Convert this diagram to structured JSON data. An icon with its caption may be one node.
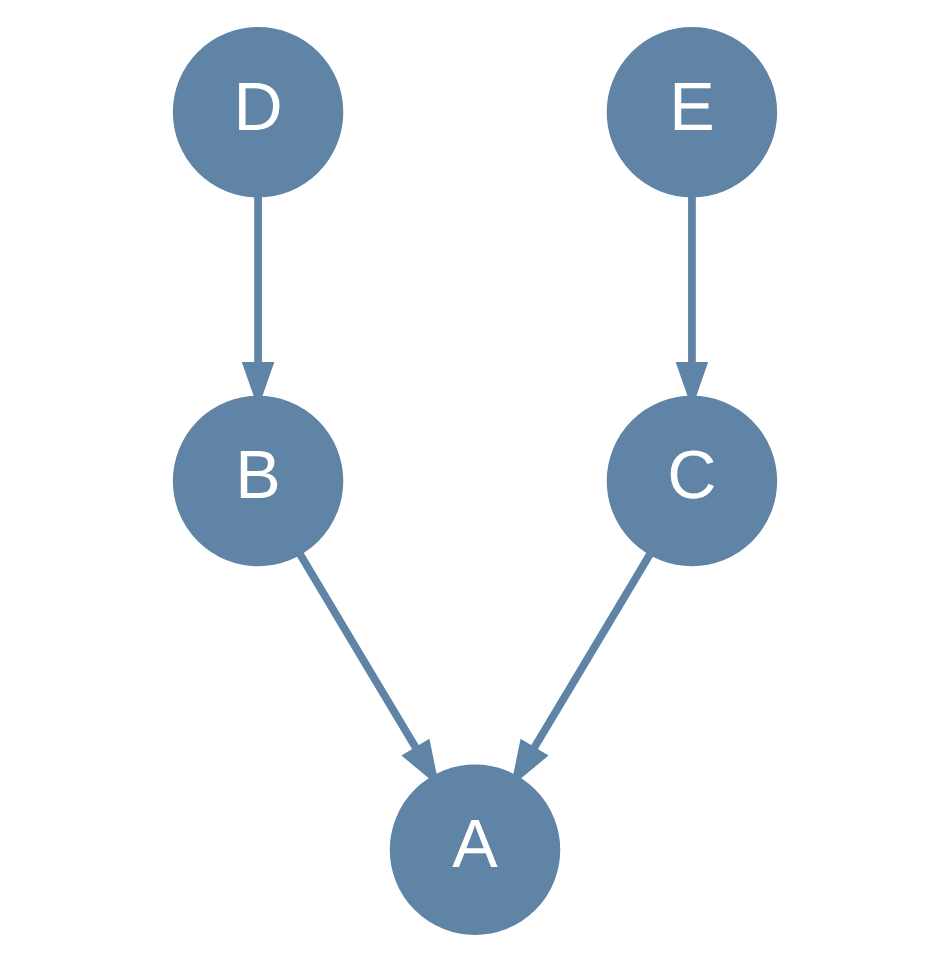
{
  "diagram": {
    "nodes": [
      {
        "text": [
          "D"
        ]
      },
      {
        "text": [
          "E"
        ]
      },
      {
        "text": [
          "B"
        ]
      },
      {
        "text": [
          "C"
        ]
      },
      {
        "text": [
          "A"
        ]
      }
    ],
    "edges": [
      {
        "from": 0,
        "to": 2,
        "arrow": "to"
      },
      {
        "from": 1,
        "to": 3,
        "arrow": "to"
      },
      {
        "from": 2,
        "to": 4,
        "arrow": "to"
      },
      {
        "from": 3,
        "to": 4,
        "arrow": "to"
      }
    ]
  }
}
